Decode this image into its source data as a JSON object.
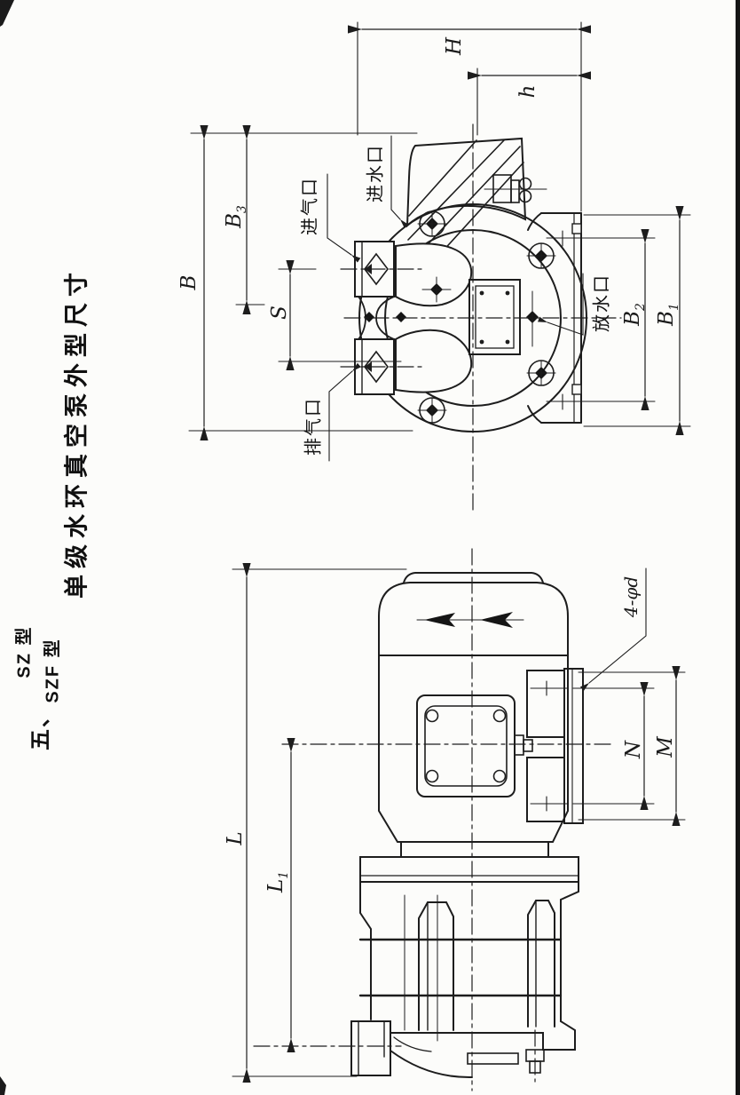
{
  "title": {
    "section": "五、",
    "model_top": "SZ 型",
    "model_bottom": "SZF 型",
    "heading": "单级水环真空泵外型尺寸"
  },
  "dimensions": {
    "H": "H",
    "h": "h",
    "B": "B",
    "B3": {
      "base": "B",
      "sub": "3"
    },
    "S": "S",
    "B2": {
      "base": "B",
      "sub": "2"
    },
    "B1": {
      "base": "B",
      "sub": "1"
    },
    "L": "L",
    "L1": {
      "base": "L",
      "sub": "1"
    },
    "N": "N",
    "M": "M",
    "bolt_holes": "4-φd"
  },
  "ports": {
    "water_inlet": "进水口",
    "air_inlet": "进气口",
    "air_outlet": "排气口",
    "drain": "放水口"
  }
}
